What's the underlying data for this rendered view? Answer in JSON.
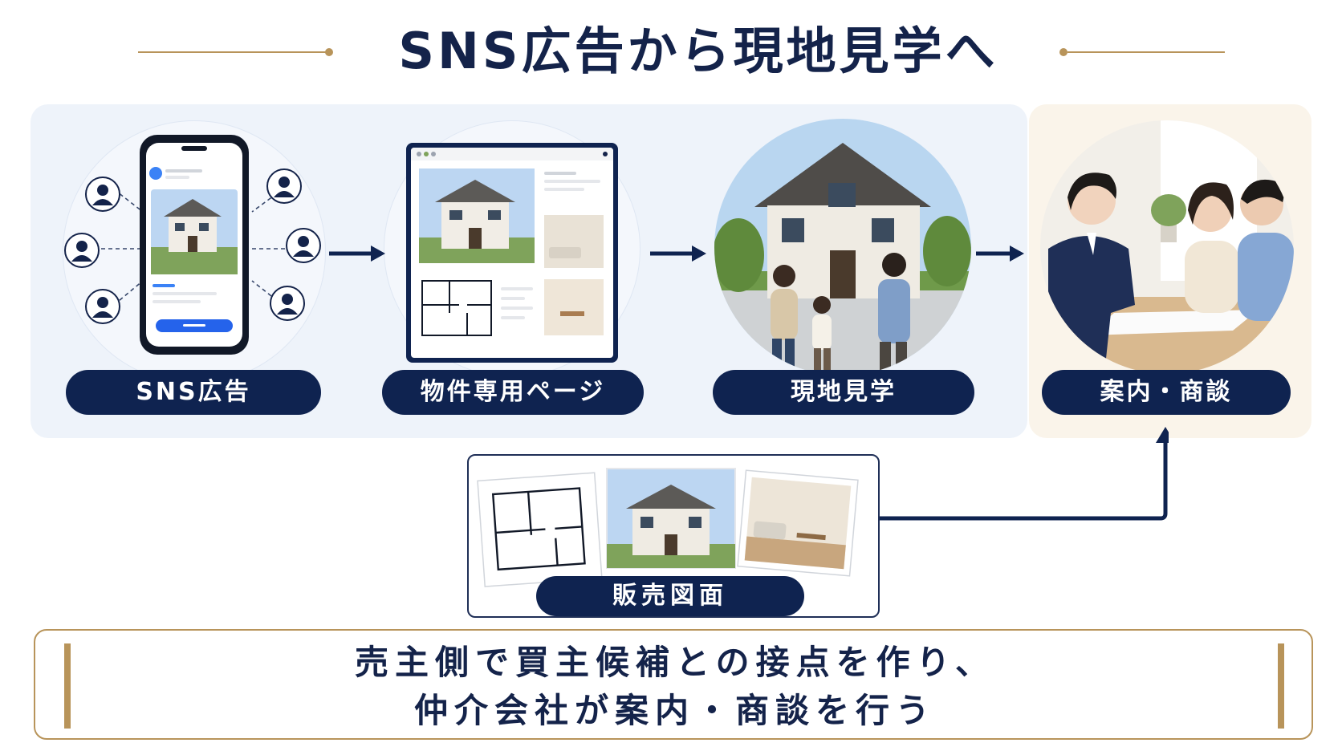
{
  "title": "SNS広告から現地見学へ",
  "steps": [
    {
      "label": "SNS広告"
    },
    {
      "label": "物件専用ページ"
    },
    {
      "label": "現地見学"
    },
    {
      "label": "案内・商談"
    }
  ],
  "sales_drawing": {
    "label": "販売図面"
  },
  "conclusion": {
    "line1": "売主側で買主候補との接点を作り、",
    "line2": "仲介会社が案内・商談を行う"
  },
  "colors": {
    "navy": "#0f2350",
    "gold": "#b8945a",
    "flow_panel": "#eef3fa",
    "final_panel": "#faf4ea"
  },
  "icons": [
    "user-icon",
    "arrow-right-icon",
    "arrow-up-icon",
    "house-icon",
    "floor-plan-icon"
  ]
}
